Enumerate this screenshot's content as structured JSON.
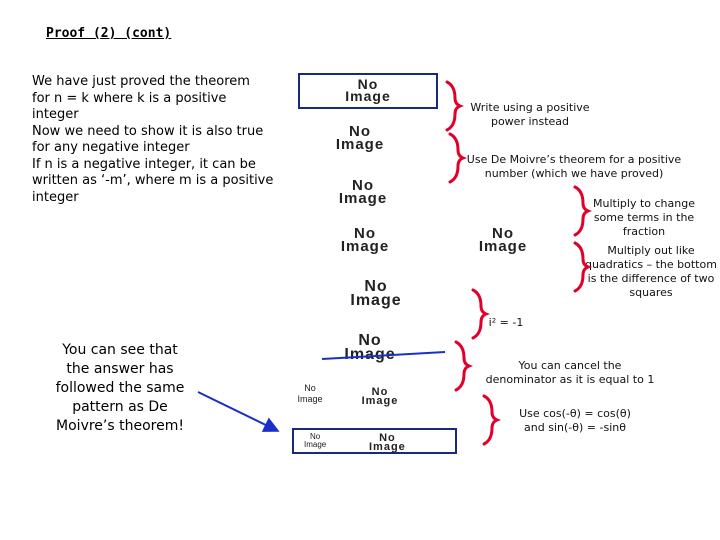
{
  "title": "Proof (2) (cont)",
  "intro_lines": [
    "We have just proved the theorem",
    "for n = k where k is a positive",
    "integer",
    "Now we need to show it is also true",
    "for any negative integer",
    "If n is a negative integer, it can be",
    "written as ‘-m’, where m is a positive",
    "integer"
  ],
  "conclusion_lines": [
    "You can see that",
    "the answer has",
    "followed the same",
    "pattern as De",
    "Moivre’s theorem!"
  ],
  "placeholder": {
    "line1": "No",
    "line2": "Image"
  },
  "notes": {
    "n1": [
      "Write using a positive",
      "power instead"
    ],
    "n2": [
      "Use De Moivre’s theorem for a positive",
      "number (which we have proved)"
    ],
    "n3": [
      "Multiply to change",
      "some terms in the",
      "fraction"
    ],
    "n4": [
      "Multiply out like",
      "quadratics – the bottom",
      "is the difference of two",
      "squares"
    ],
    "n5": "i² = -1",
    "n6": [
      "You can cancel the",
      "denominator as it is equal to 1"
    ],
    "n7": [
      "Use cos(-θ) = cos(θ)",
      "and sin(-θ) = -sinθ"
    ]
  },
  "colors": {
    "brace": "#e0002a",
    "arrow": "#1a2fc8",
    "box": "#1a2a7a"
  }
}
